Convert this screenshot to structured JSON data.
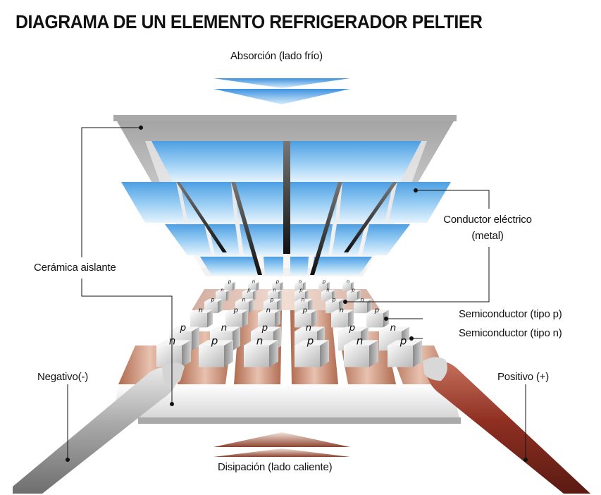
{
  "title": "DIAGRAMA DE UN ELEMENTO REFRIGERADOR PELTIER",
  "labels": {
    "absorption": "Absorción (lado frío)",
    "dissipation": "Disipación (lado caliente)",
    "ceramic": "Cerámica aislante",
    "conductor_line1": "Conductor eléctrico",
    "conductor_line2": "(metal)",
    "semi_p": "Semiconductor (tipo p)",
    "semi_n": "Semiconductor (tipo n)",
    "negative": "Negativo(-)",
    "positive": "Positivo (+)"
  },
  "block_letters": {
    "p": "p",
    "n": "n"
  },
  "colors": {
    "cold_blue": "#5aa9e6",
    "hot_copper": "#a5583f",
    "ceramic_gray": "#a9a9a9",
    "negative_wire": "#9a9a9a",
    "positive_wire": "#8f2f22"
  },
  "icons": {
    "cold_flow": "heat-absorption-arrow-icon",
    "hot_flow": "heat-dissipation-arrow-icon"
  }
}
